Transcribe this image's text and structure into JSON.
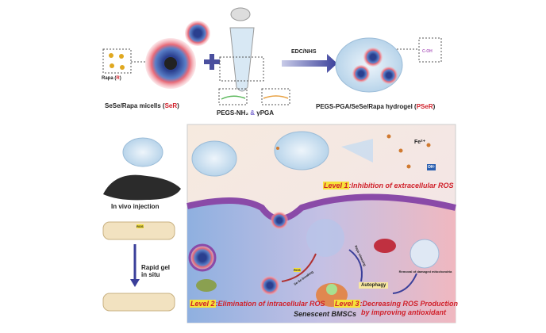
{
  "top": {
    "rapa_label": "Rapa (",
    "rapa_abbr": "R",
    "rapa_close": ")",
    "micelle_label": "SeSe/Rapa micells (",
    "micelle_abbr": "SeR",
    "micelle_close": ")",
    "polymer_a": "PEGS-NH₂",
    "amp": "&",
    "polymer_b": "γPGA",
    "reaction": "EDC/NHS",
    "hydrogel_label": "PEGS-PGA/SeSe/Rapa hydrogel  (",
    "hydrogel_abbr": "PSeR",
    "hydrogel_close": ")",
    "cooh": "C-OH"
  },
  "left": {
    "injection": "In vivo injection",
    "gel": "Rapid gel\nin situ",
    "ros_tag": "ROS"
  },
  "panel": {
    "fe": "Fe²⁺",
    "oh": "OH·",
    "level1_tag": "Level 1",
    "level1_text": ":Inhibition of extracellular ROS",
    "level2_tag": "Level 2",
    "level2_text": ":Elimination of intracellular ROS",
    "level3_tag": "Level 3",
    "level3_text": ":Decreasing ROS Production",
    "level3_text2": "by improving antioxidant",
    "ros": "ROS",
    "sese": "Se-Se breaking",
    "rapa_release": "Rapa releasing",
    "autophagy": "Autophagy",
    "removal": "Removal of damaged mitochondria",
    "cell": "Senescent BMSCs"
  },
  "colors": {
    "accent_red": "#d0202a",
    "highlight": "#f7e23a",
    "arrow_blue": "#3a3f9a",
    "membrane": "#8a4aa8"
  }
}
